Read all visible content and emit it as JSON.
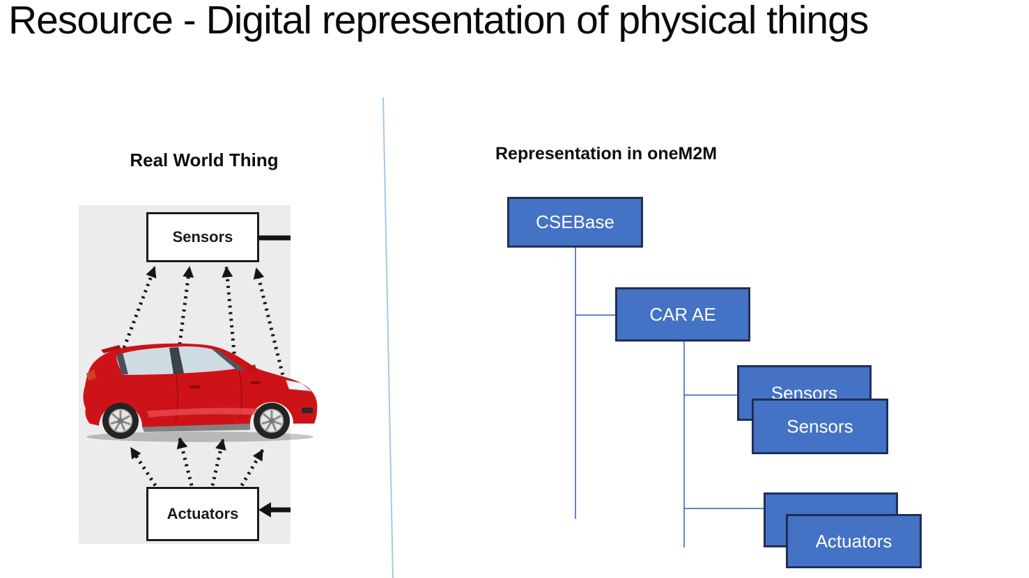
{
  "slide": {
    "title": "Resource - Digital representation of physical things"
  },
  "left_panel": {
    "heading": "Real World Thing",
    "sensors_box": "Sensors",
    "actuators_box": "Actuators",
    "car_image": "red hatchback car, side view, facing right",
    "arrows": {
      "car_to_sensors_count": 4,
      "actuators_to_car_count": 4,
      "style": "black dotted arrows pointing up"
    }
  },
  "right_panel": {
    "heading": "Representation in oneM2M",
    "nodes": [
      {
        "id": "csebase",
        "label": "CSEBase"
      },
      {
        "id": "car-ae",
        "label": "CAR AE"
      },
      {
        "id": "sensors-back",
        "label": "Sensors"
      },
      {
        "id": "sensors-front",
        "label": "Sensors"
      },
      {
        "id": "actuators-back",
        "label": ""
      },
      {
        "id": "actuators-front",
        "label": "Actuators"
      }
    ]
  },
  "colors": {
    "node_fill": "#4472C4",
    "node_border": "#1F2F55",
    "connector_blue": "#4472C4",
    "divider_blue": "#A9C6E8",
    "photo_background": "#ECECEC",
    "diagram_black": "#1B1B1B",
    "car_red": "#CE1318"
  }
}
